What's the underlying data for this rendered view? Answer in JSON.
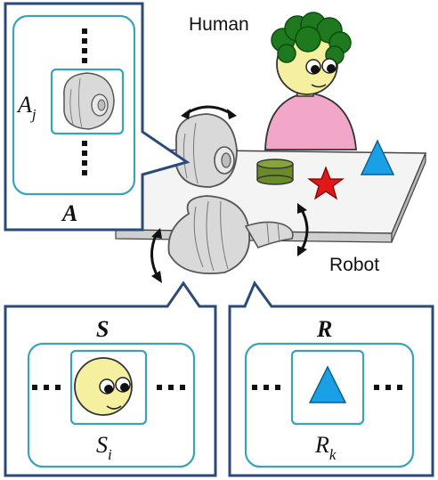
{
  "labels": {
    "human": "Human",
    "robot": "Robot"
  },
  "panels": {
    "action": {
      "set": "A",
      "element": "A",
      "element_sub": "j"
    },
    "state": {
      "set": "S",
      "element": "S",
      "element_sub": "i"
    },
    "response": {
      "set": "R",
      "element": "R",
      "element_sub": "k"
    }
  },
  "ellipsis": {
    "vertical_dot_count": 4,
    "horizontal_dot_count": 3
  },
  "colors": {
    "panel_border": "#2c4a78",
    "inner_frame": "#3aa3b8",
    "hair": "#1f7a1f",
    "face": "#f5f0a0",
    "shirt": "#f2a6c8",
    "star": "#e01818",
    "triangle": "#1aa0e6",
    "cylinder": "#6b8a2a",
    "robot_body": "#d9d9d9",
    "robot_outline": "#555555",
    "table_top": "#f4f4f4",
    "table_edge": "#b8b8b8"
  }
}
